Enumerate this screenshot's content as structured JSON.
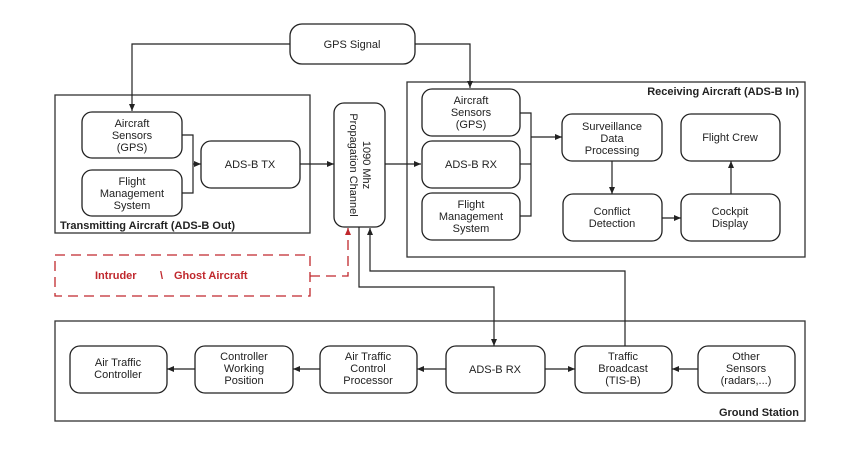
{
  "gps": {
    "label": "GPS Signal"
  },
  "transmitting": {
    "title": "Transmitting Aircraft (ADS-B Out)",
    "sensors": [
      "Aircraft",
      "Sensors",
      "(GPS)"
    ],
    "fms": [
      "Flight",
      "Management",
      "System"
    ],
    "tx": "ADS-B TX"
  },
  "channel": {
    "lines": [
      "1090 Mhz",
      "Propagation Channel"
    ]
  },
  "receiving": {
    "title": "Receiving Aircraft (ADS-B In)",
    "sensors": [
      "Aircraft",
      "Sensors",
      "(GPS)"
    ],
    "rx": "ADS-B RX",
    "fms": [
      "Flight",
      "Management",
      "System"
    ],
    "surveillance": [
      "Surveillance",
      "Data",
      "Processing"
    ],
    "crew": "Flight Crew",
    "conflict": [
      "Conflict",
      "Detection"
    ],
    "cockpit": [
      "Cockpit",
      "Display"
    ]
  },
  "intruder": {
    "left": "Intruder",
    "sep": "\\",
    "right": "Ghost Aircraft",
    "color": "#c0282d"
  },
  "ground": {
    "title": "Ground Station",
    "atc": [
      "Air Traffic",
      "Controller"
    ],
    "cwp": [
      "Controller",
      "Working",
      "Position"
    ],
    "atcp": [
      "Air Traffic",
      "Control",
      "Processor"
    ],
    "rx": "ADS-B RX",
    "tisb": [
      "Traffic",
      "Broadcast",
      "(TIS-B)"
    ],
    "other": [
      "Other",
      "Sensors",
      "(radars,...)"
    ]
  }
}
